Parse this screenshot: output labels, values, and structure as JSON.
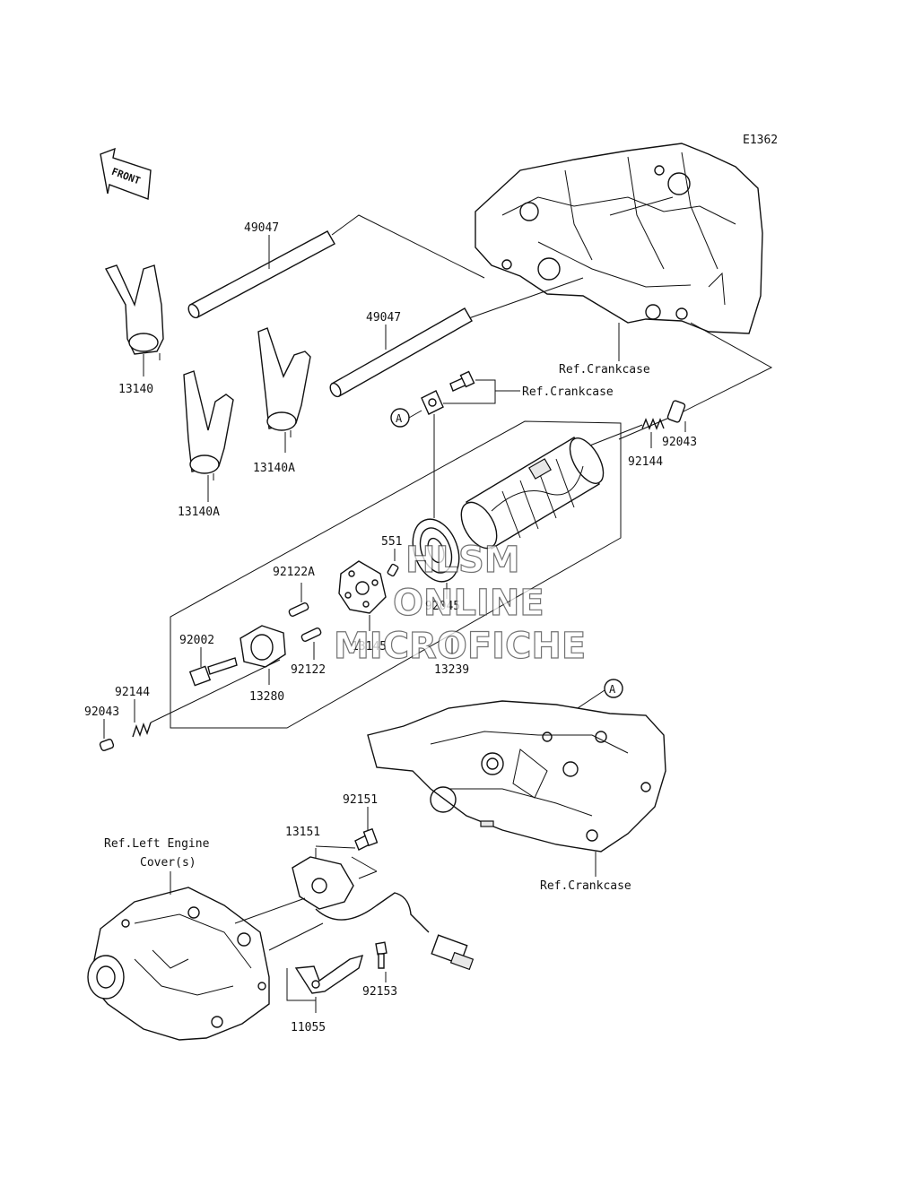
{
  "diagram_code": "E1362",
  "front_label": "FRONT",
  "watermark": {
    "line1": "HLSM",
    "line2": "ONLINE",
    "line3": "MICROFICHE"
  },
  "refs": {
    "crankcase": "Ref.Crankcase",
    "left_engine_cover_line1": "Ref.Left Engine",
    "left_engine_cover_line2": "Cover(s)"
  },
  "callout_letter": "A",
  "parts": {
    "shaft_upper": "49047",
    "shaft_lower": "49047",
    "fork_left": "13140",
    "fork_center": "13140A",
    "fork_right": "13140A",
    "pin_right": "92043",
    "spring_right": "92144",
    "pin_551": "551",
    "bearing": "92045",
    "pin_92122A": "92122A",
    "drum_holder": "13145",
    "pin_92122": "92122",
    "drum": "13239",
    "bolt_92002": "92002",
    "cam_13280": "13280",
    "spring_left": "92144",
    "pin_left": "92043",
    "bolt_92151": "92151",
    "sensor_13151": "13151",
    "bolt_92153": "92153",
    "clamp_11055": "11055"
  }
}
